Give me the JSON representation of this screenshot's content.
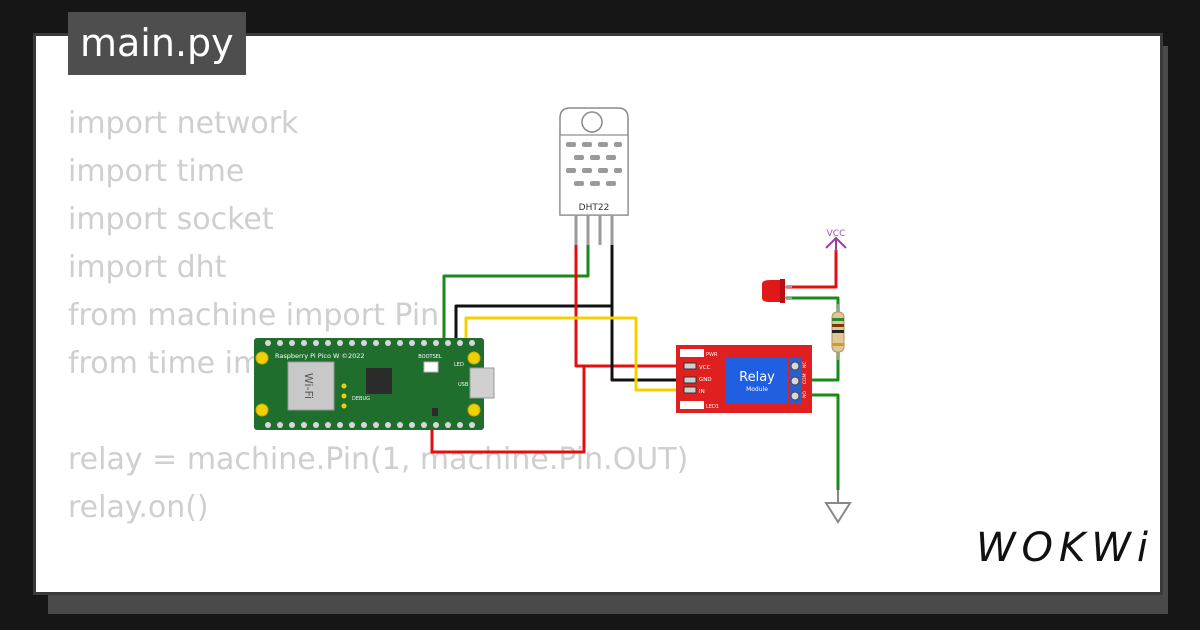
{
  "file_tab": {
    "label": "main.py"
  },
  "code_lines": [
    "import network",
    "import time",
    "import socket",
    "import dht",
    "from machine import Pin",
    "from time import sleep",
    "",
    "relay = machine.Pin(1, machine.Pin.OUT)",
    "relay.on()"
  ],
  "brand": {
    "logo": "WOKWi"
  },
  "components": {
    "dht22": {
      "label": "DHT22"
    },
    "pico": {
      "label": "Raspberry Pi Pico W ©2022",
      "wifi": "Wi-Fi",
      "bootsel": "BOOTSEL",
      "debug": "DEBUG",
      "led": "LED",
      "usb": "USB"
    },
    "relay": {
      "title": "Relay",
      "subtitle": "Module",
      "pwr": "PWR",
      "led1": "LED1",
      "pins": [
        "VCC",
        "GND",
        "IN"
      ],
      "terminals": [
        "NO",
        "COM",
        "NC"
      ]
    },
    "vcc": {
      "label": "VCC"
    }
  },
  "colors": {
    "wire_green": "#1a8a1a",
    "wire_black": "#111111",
    "wire_red": "#e01010",
    "wire_yellow": "#f4d000",
    "pcb_green": "#1f6e2e",
    "relay_red": "#e02020"
  }
}
